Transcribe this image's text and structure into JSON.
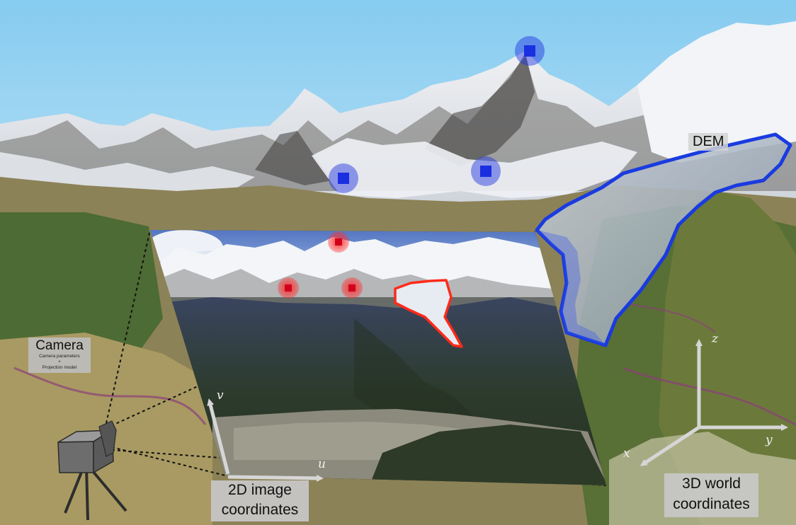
{
  "labels": {
    "dem": "DEM",
    "camera_title": "Camera",
    "camera_subtitle_1": "Camera parameters",
    "camera_subtitle_2": "+",
    "camera_subtitle_3": "Projection model",
    "image_coordinates": "2D image coordinates",
    "world_coordinates": "3D world coordinates"
  },
  "axes": {
    "image_u": "u",
    "image_v": "v",
    "world_x": "x",
    "world_y": "y",
    "world_z": "z"
  },
  "colors": {
    "sky": "#8fd0f2",
    "dem_outline": "#1a3be0",
    "image_glacier_outline": "#ff2a1a",
    "world_control_point": "#1a2fe0",
    "image_control_point": "#e8122a",
    "axis_arrow": "#d6d6d6",
    "label_box": "#c8c8c8"
  }
}
